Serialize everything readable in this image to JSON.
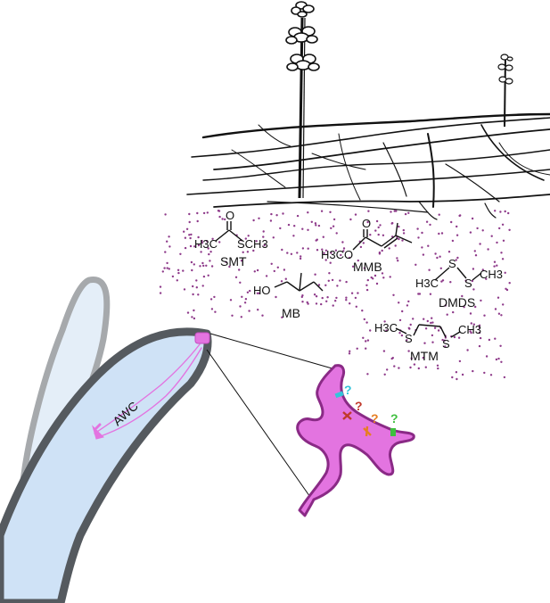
{
  "colors": {
    "worm_fill": "#cfe2f6",
    "worm_outline": "#555a5f",
    "neuron": "#e374e0",
    "neuron_outline": "#8a2a86",
    "dots": "#8e3a8a",
    "q1": "#35c4da",
    "q2": "#c0392b",
    "q3": "#e67e22",
    "q4": "#3fbf3f"
  },
  "worm": {
    "neuron_label": "AWC"
  },
  "molecules": {
    "smt": {
      "name": "SMT",
      "h3c": "H3C",
      "sch3": "SCH3",
      "o": "O"
    },
    "mmb": {
      "name": "MMB",
      "h3co": "H3CO",
      "o": "O"
    },
    "mb": {
      "name": "MB",
      "ho": "HO"
    },
    "dmds": {
      "name": "DMDS",
      "h3c": "H3C",
      "ch3": "CH3",
      "s1": "S",
      "s2": "S"
    },
    "mtm": {
      "name": "MTM",
      "h3c": "H3C",
      "ch3": "CH3",
      "s1": "S",
      "s2": "S"
    }
  },
  "receptors": [
    "?",
    "?",
    "?",
    "?"
  ]
}
